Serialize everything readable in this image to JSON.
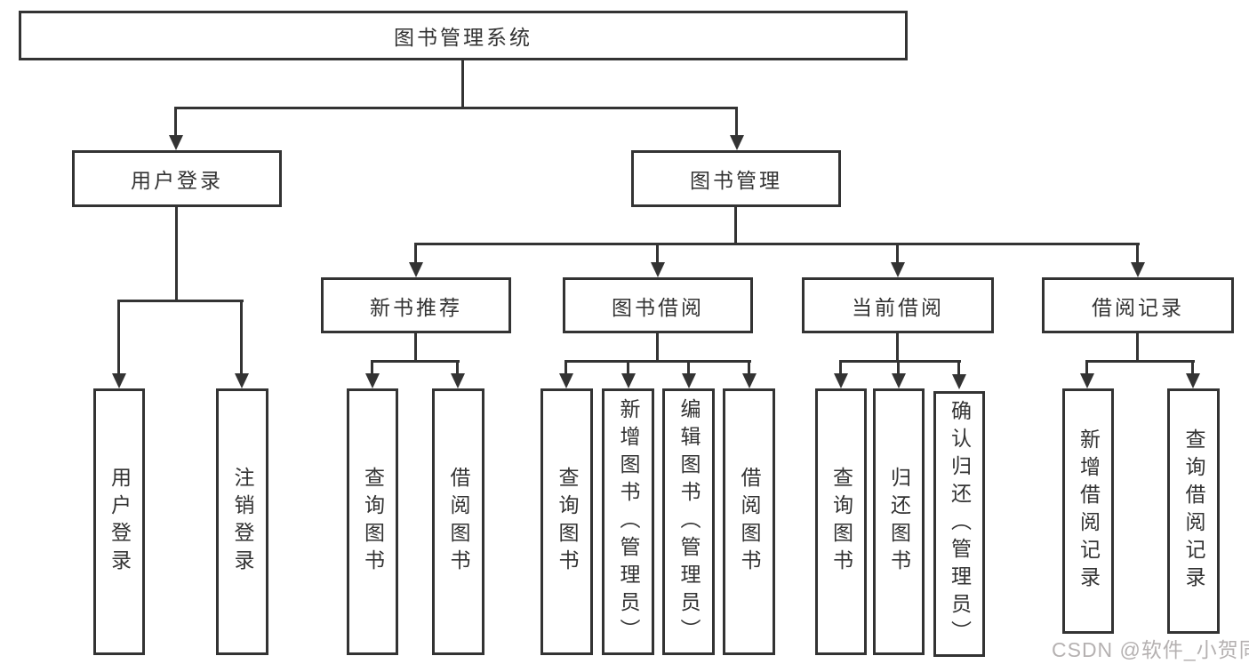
{
  "title": "图书管理系统",
  "level2": [
    "用户登录",
    "图书管理"
  ],
  "level3": [
    "新书推荐",
    "图书借阅",
    "当前借阅",
    "借阅记录"
  ],
  "leaves": {
    "user_login": [
      "用户登录",
      "注销登录"
    ],
    "new_book_recommend": [
      "查询图书",
      "借阅图书"
    ],
    "book_borrow": [
      "查询图书",
      "新增图书（管理员）",
      "编辑图书（管理员）",
      "借阅图书"
    ],
    "current_borrow": [
      "查询图书",
      "归还图书",
      "确认归还（管理员）"
    ],
    "borrow_record": [
      "新增借阅记录",
      "查询借阅记录"
    ]
  },
  "watermark": "CSDN @软件_小贺同学",
  "colors": {
    "line": "#333333",
    "box_fill": "#ffffff",
    "watermark": "#b5b1b1"
  }
}
